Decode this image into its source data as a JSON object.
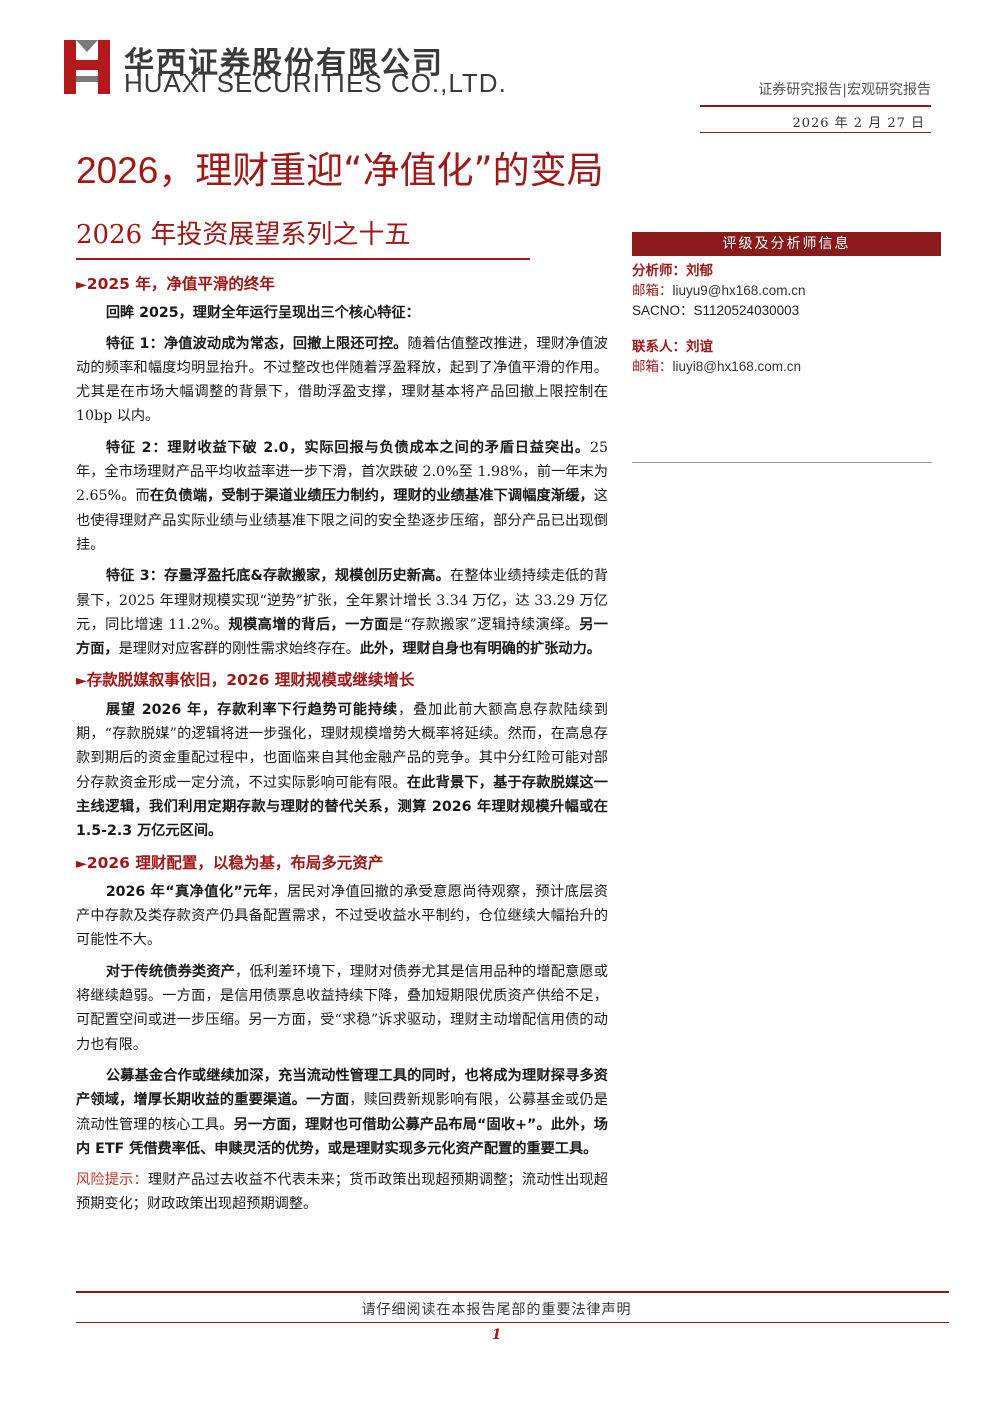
{
  "header": {
    "company_cn": "华西证券股份有限公司",
    "company_en": "HUAXI SECURITIES CO.,LTD.",
    "report_type": "证券研究报告|宏观研究报告",
    "date": "2026 年 2 月 27 日"
  },
  "title": {
    "main_digits": "2026",
    "main_rest": "，理财重迎“净值化”的变局",
    "subtitle": "2026 年投资展望系列之十五"
  },
  "sidebar": {
    "heading": "评级及分析师信息",
    "analyst": "分析师：刘郁",
    "analyst_email_label": "邮箱：",
    "analyst_email": "liuyu9@hx168.com.cn",
    "sac": "SACNO：S1120524030003",
    "contact": "联系人：刘谊",
    "contact_email_label": "邮箱：",
    "contact_email": "liuyi8@hx168.com.cn"
  },
  "body": {
    "s1_title": "2025 年，净值平滑的终年",
    "s1_lead": "回眸 2025，理财全年运行呈现出三个核心特征：",
    "f1_b": "特征 1：净值波动成为常态，回撤上限还可控。",
    "f1_t": "随着估值整改推进，理财净值波动的频率和幅度均明显抬升。不过整改也伴随着浮盈释放，起到了净值平滑的作用。尤其是在市场大幅调整的背景下，借助浮盈支撑，理财基本将产品回撤上限控制在 10bp 以内。",
    "f2_b1": "特征 2：理财收益下破 2.0，实际回报与负债成本之间的矛盾日益突出。",
    "f2_t1": "25 年，全市场理财产品平均收益率进一步下滑，首次跌破 2.0%至 1.98%，前一年末为 2.65%。而",
    "f2_b2": "在负债端，受制于渠道业绩压力制约，理财的业绩基准下调幅度渐缓，",
    "f2_t2": "这也使得理财产品实际业绩与业绩基准下限之间的安全垫逐步压缩，部分产品已出现倒挂。",
    "f3_b1": "特征 3：存量浮盈托底&存款搬家，规模创历史新高。",
    "f3_t1": "在整体业绩持续走低的背景下，2025 年理财规模实现“逆势”扩张，全年累计增长 3.34 万亿，达 33.29 万亿元，同比增速 11.2%。",
    "f3_b2": "规模高增的背后，一方面",
    "f3_t2": "是“存款搬家”逻辑持续演绎。",
    "f3_b3": "另一方面，",
    "f3_t3": "是理财对应客群的刚性需求始终存在。",
    "f3_b4": "此外，理财自身也有明确的扩张动力。",
    "s2_title": "存款脱媒叙事依旧，2026 理财规模或继续增长",
    "p2_b1": "展望 2026 年，存款利率下行趋势可能持续",
    "p2_t1": "，叠加此前大额高息存款陆续到期，“存款脱媒”的逻辑将进一步强化，理财规模增势大概率将延续。然而，在高息存款到期后的资金重配过程中，也面临来自其他金融产品的竞争。其中分红险可能对部分存款资金形成一定分流，不过实际影响可能有限。",
    "p2_b2": "在此背景下，基于存款脱媒这一主线逻辑，我们利用定期存款与理财的替代关系，测算 2026 年理财规模升幅或在 1.5-2.3 万亿元区间。",
    "s3_title": "2026 理财配置，以稳为基，布局多元资产",
    "p3_b1": "2026 年“真净值化”元年",
    "p3_t1": "，居民对净值回撤的承受意愿尚待观察，预计底层资产中存款及类存款资产仍具备配置需求，不过受收益水平制约，仓位继续大幅抬升的可能性不大。",
    "p4_b1": "对于传统债券类资产",
    "p4_t1": "，低利差环境下，理财对债券尤其是信用品种的增配意愿或将继续趋弱。一方面，是信用债票息收益持续下降，叠加短期限优质资产供给不足，可配置空间或进一步压缩。另一方面，受“求稳”诉求驱动，理财主动增配信用债的动力也有限。",
    "p5_b1": "公募基金合作或继续加深，充当流动性管理工具的同时，也将成为理财探寻多资产领域，增厚长期收益的重要渠道。一方面",
    "p5_t1": "，赎回费新规影响有限，公募基金或仍是流动性管理的核心工具。",
    "p5_b2": "另一方面，理财也可借助公募产品布局“固收+”。此外，场内 ETF 凭借费率低、申赎灵活的优势，或是理财实现多元化资产配置的重要工具。",
    "risk_label": "风险提示：",
    "risk_text": "理财产品过去收益不代表未来；货币政策出现超预期调整；流动性出现超预期变化；财政政策出现超预期调整。"
  },
  "footer": {
    "notice": "请仔细阅读在本报告尾部的重要法律声明",
    "page": "1"
  },
  "colors": {
    "brand_red": "#a01818",
    "dark_red": "#8b1a1a",
    "risk_red": "#c0392b"
  },
  "icons": {
    "logo": "huaxi-logo-icon",
    "bullet": "triangle-right-icon"
  }
}
